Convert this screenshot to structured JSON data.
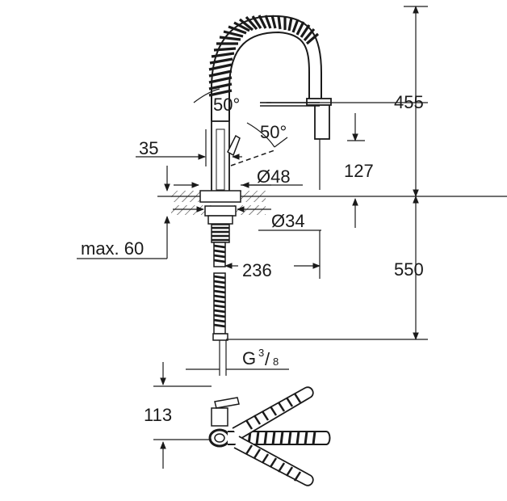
{
  "diagram": {
    "dimensions": {
      "angle_spout": "50°",
      "angle_lever": "50°",
      "lever_offset": "35",
      "body_diameter": "Ø48",
      "hole_diameter": "Ø34",
      "max_deck_thickness": "max. 60",
      "reach": "236",
      "height_total": "455",
      "outlet_height": "127",
      "hose_length": "550",
      "connection_prefix": "G",
      "connection_num": "3",
      "connection_den": "8",
      "lever_clearance": "113"
    }
  }
}
